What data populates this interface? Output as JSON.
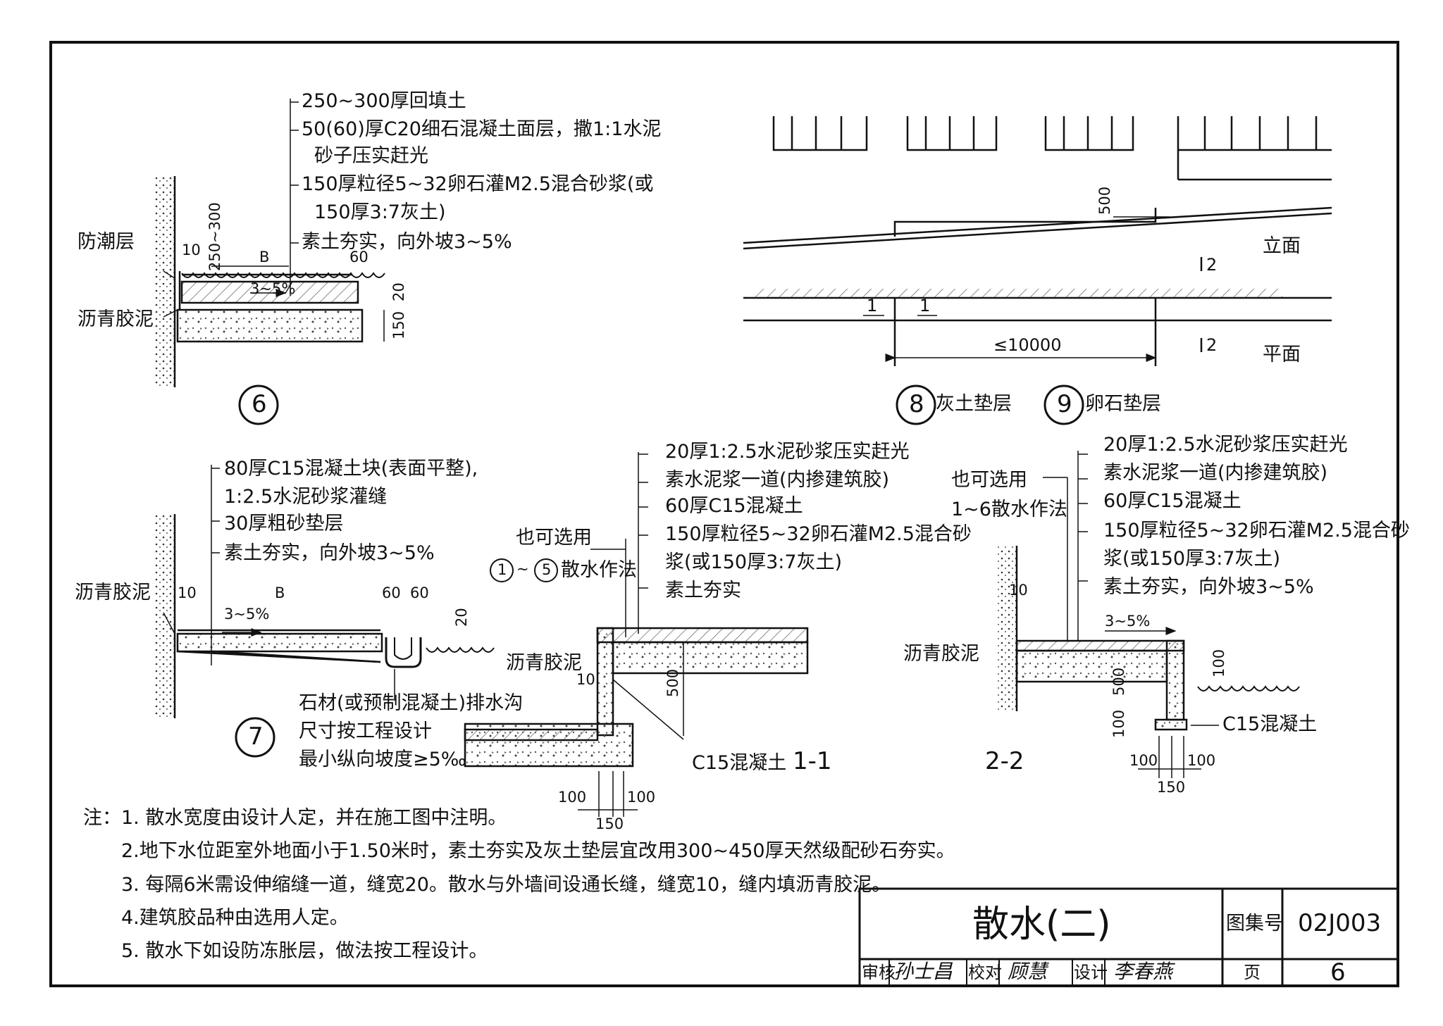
{
  "detail6": {
    "number": "6",
    "layers": [
      "250~300厚回填土",
      "50(60)厚C20细石混凝土面层，撒1:1水泥",
      "砂子压实赶光",
      "150厚粒径5~32卵石灌M2.5混合砂浆(或",
      "150厚3:7灰土)",
      "素土夯实，向外坡3~5%"
    ],
    "label_moisture": "防潮层",
    "label_asphalt": "沥青胶泥",
    "dims": {
      "d10": "10",
      "d250": "250~300",
      "b": "B",
      "d60": "60",
      "slope": "3~5%",
      "d20": "20",
      "d150": "150"
    }
  },
  "detail7": {
    "number": "7",
    "layers": [
      "80厚C15混凝土块(表面平整),",
      "1:2.5水泥砂浆灌缝",
      "30厚粗砂垫层",
      "素土夯实，向外坡3~5%"
    ],
    "label_asphalt": "沥青胶泥",
    "drain_notes": [
      "石材(或预制混凝土)排水沟",
      "尺寸按工程设计",
      "最小纵向坡度≥5‰"
    ],
    "dims": {
      "d10": "10",
      "b": "B",
      "d60a": "60",
      "d60b": "60",
      "slope": "3~5%",
      "d20": "20"
    }
  },
  "detail89": {
    "num8": "8",
    "label8": "灰土垫层",
    "num9": "9",
    "label9": "卵石垫层",
    "elevation": "立面",
    "plan": "平面",
    "d500": "500",
    "span": "≤10000",
    "cut1": "1",
    "cut2": "2"
  },
  "section11": {
    "title": "1-1",
    "alt_note": [
      "也可选用",
      "散水作法"
    ],
    "alt_ref_a": "1",
    "alt_ref_b": "5",
    "alt_tilde": "~",
    "layers": [
      "20厚1:2.5水泥砂浆压实赶光",
      "素水泥浆一道(内掺建筑胶)",
      "60厚C15混凝土",
      "150厚粒径5~32卵石灌M2.5混合砂",
      "浆(或150厚3:7灰土)",
      "素土夯实"
    ],
    "label_asphalt": "沥青胶泥",
    "label_concrete": "C15混凝土",
    "dims": {
      "d10": "10",
      "d500": "500",
      "d100a": "100",
      "d100b": "100",
      "d150": "150"
    }
  },
  "section22": {
    "title": "2-2",
    "alt_note": [
      "也可选用",
      "1~6散水作法"
    ],
    "layers": [
      "20厚1:2.5水泥砂浆压实赶光",
      "素水泥浆一道(内掺建筑胶)",
      "60厚C15混凝土",
      "150厚粒径5~32卵石灌M2.5混合砂",
      "浆(或150厚3:7灰土)",
      "素土夯实，向外坡3~5%"
    ],
    "label_asphalt": "沥青胶泥",
    "label_concrete": "C15混凝土",
    "dims": {
      "d10": "10",
      "slope": "3~5%",
      "d100": "100",
      "d500": "500",
      "d100v": "100",
      "d100a": "100",
      "d100b": "100",
      "d150": "150"
    }
  },
  "notes": {
    "heading": "注：",
    "items": [
      "1. 散水宽度由设计人定，并在施工图中注明。",
      "2.地下水位距室外地面小于1.50米时，素土夯实及灰土垫层宜改用300~450厚天然级配砂石夯实。",
      "3. 每隔6米需设伸缩缝一道，缝宽20。散水与外墙间设通长缝，缝宽10，缝内填沥青胶泥。",
      "4.建筑胶品种由选用人定。",
      "5. 散水下如设防冻胀层，做法按工程设计。"
    ]
  },
  "title_block": {
    "title": "散水(二)",
    "atlas_label": "图集号",
    "atlas_no": "02J003",
    "review_label": "审核",
    "review_sig": "孙士昌",
    "check_label": "校对",
    "check_sig": "顾慧",
    "design_label": "设计",
    "design_sig": "李春燕",
    "page_label": "页",
    "page_no": "6"
  }
}
